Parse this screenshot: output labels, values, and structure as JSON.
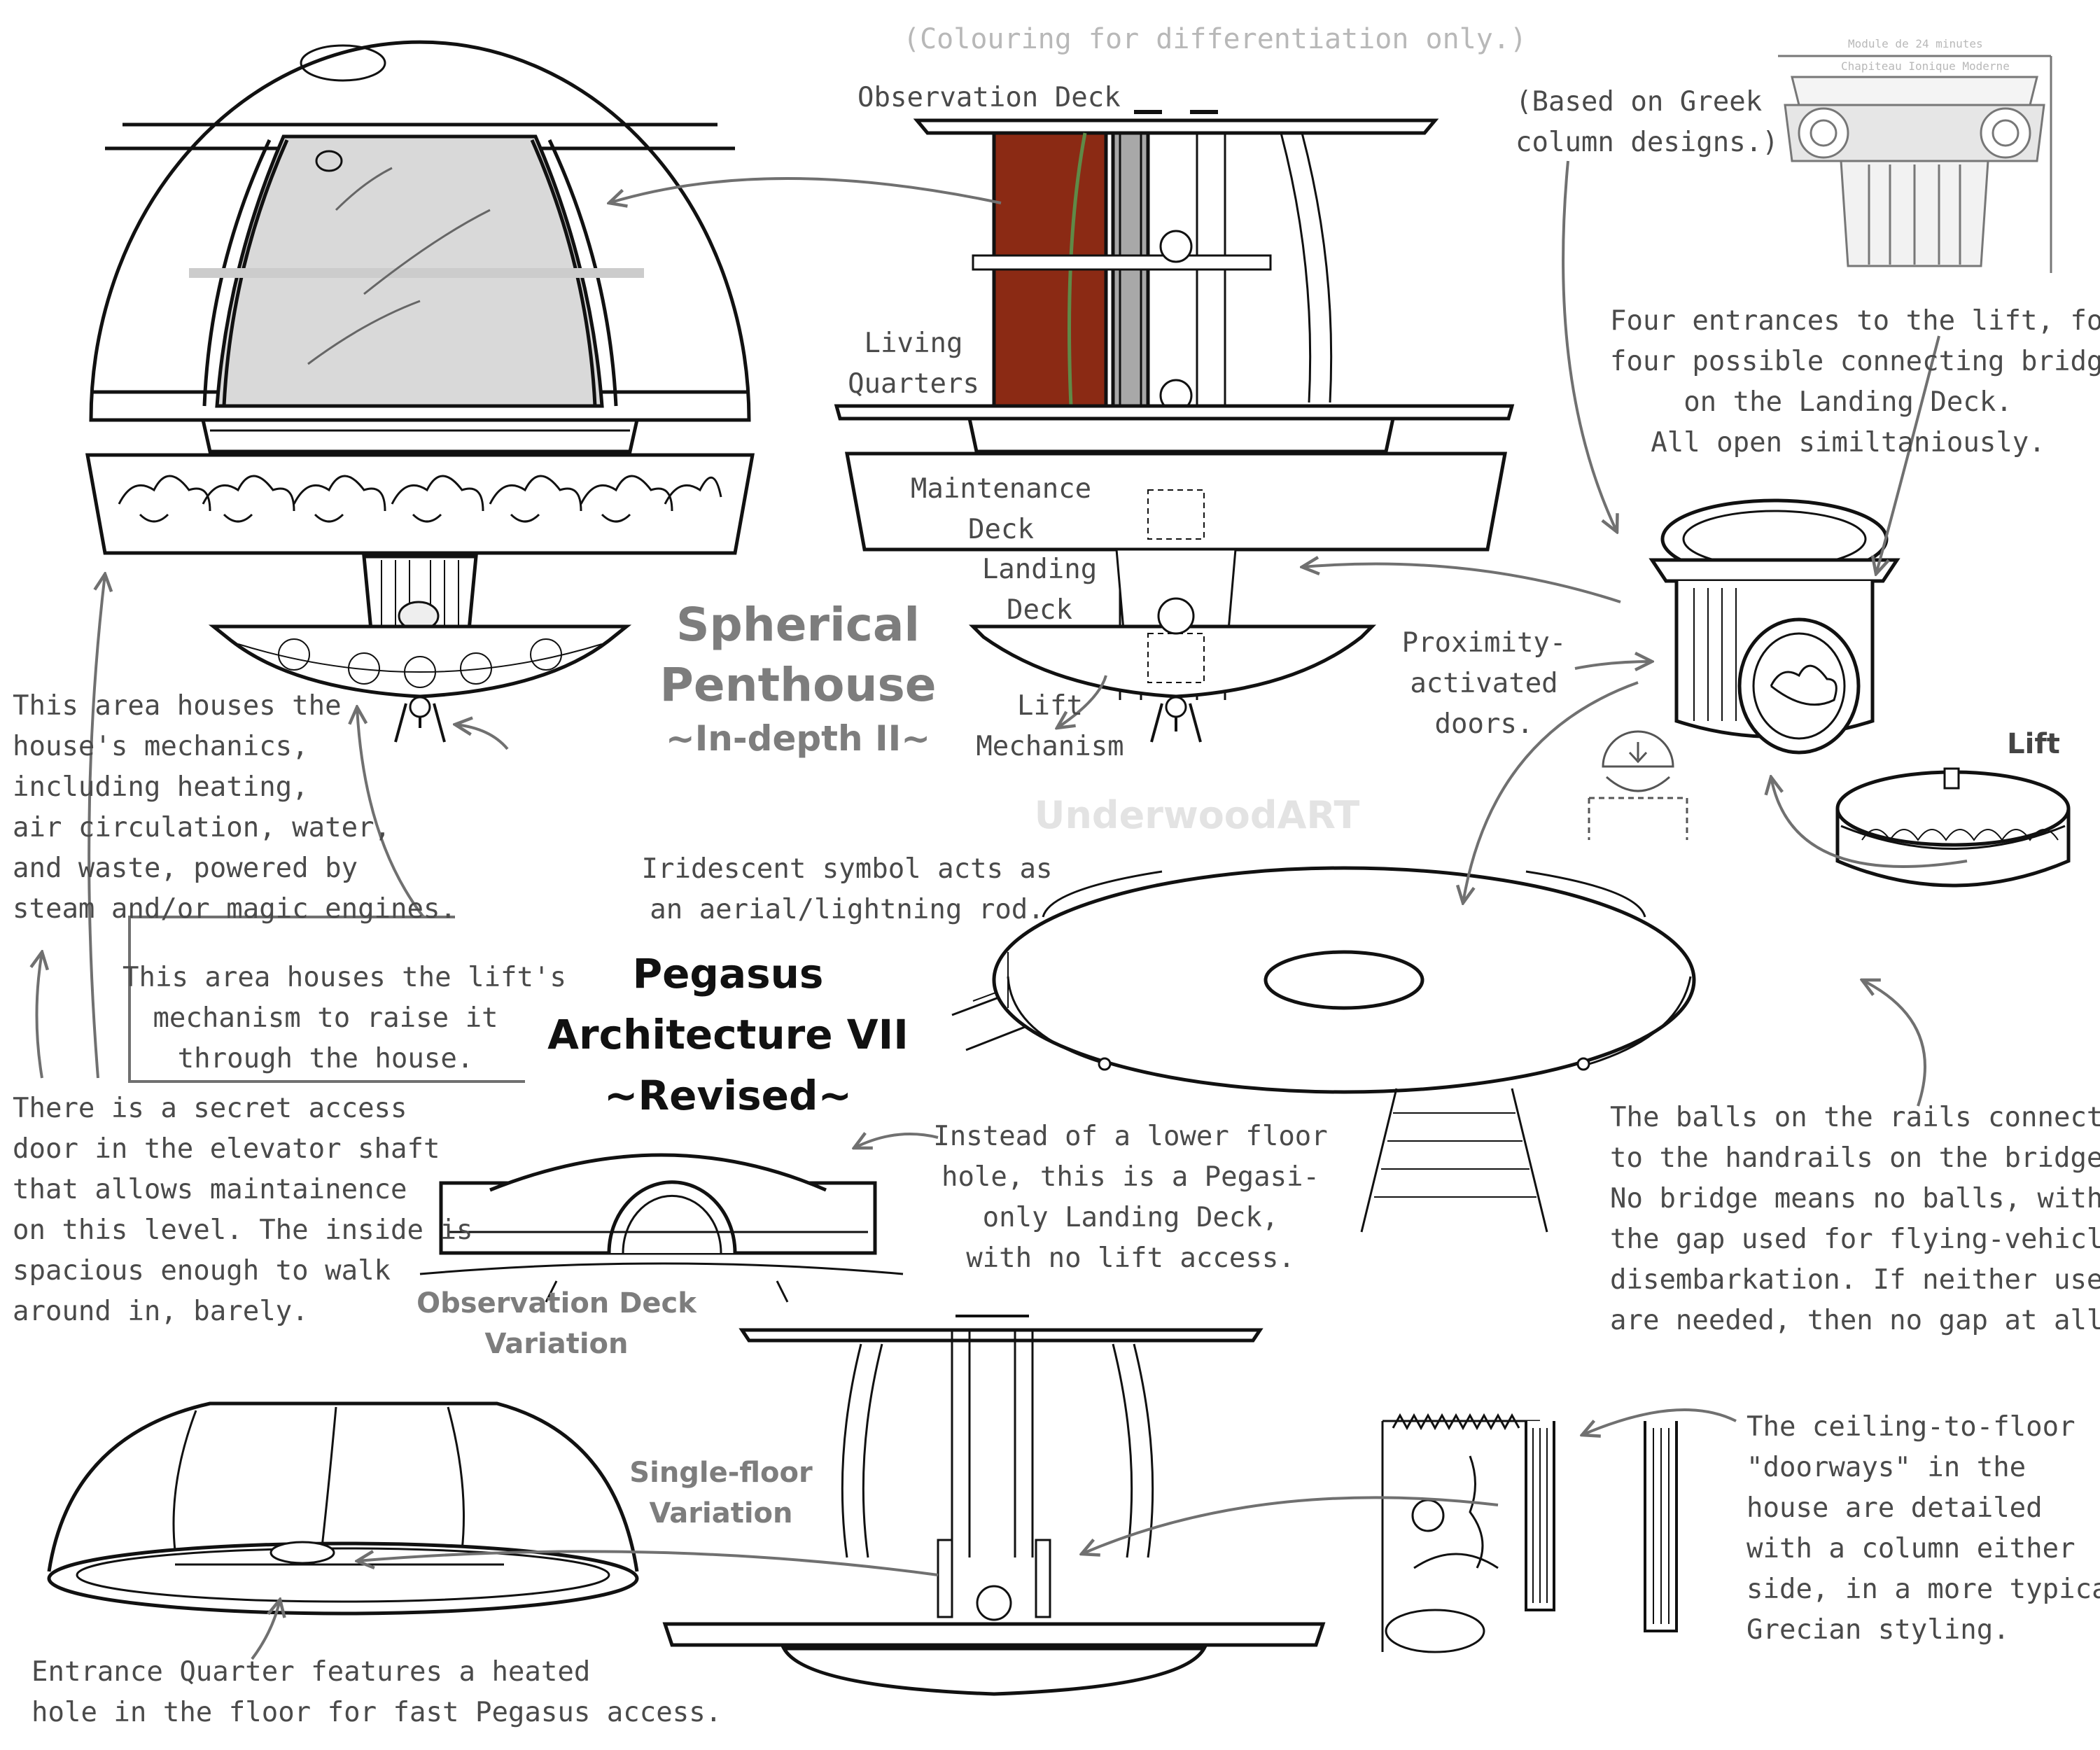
{
  "titles": {
    "main_l1": "Spherical",
    "main_l2": "Penthouse",
    "main_l3": "~In-depth II~",
    "sub_l1": "Pegasus",
    "sub_l2": "Architecture VII",
    "sub_l3": "~Revised~",
    "watermark": "UnderwoodART",
    "colouring_note": "(Colouring for differentiation only.)"
  },
  "deck_labels": {
    "observation_deck": "Observation Deck",
    "living_l1": "Living",
    "living_l2": "Quarters",
    "maintenance_l1": "Maintenance",
    "maintenance_l2": "Deck",
    "landing_l1": "Landing",
    "landing_l2": "Deck",
    "lift_mech_l1": "Lift",
    "lift_mech_l2": "Mechanism",
    "proximity_l1": "Proximity-",
    "proximity_l2": "activated",
    "proximity_l3": "doors.",
    "lift": "Lift",
    "obs_variation_l1": "Observation Deck",
    "obs_variation_l2": "Variation",
    "single_floor_l1": "Single-floor",
    "single_floor_l2": "Variation"
  },
  "notes": {
    "greek": [
      "(Based on Greek",
      "column designs.)"
    ],
    "four_entrances": [
      "Four entrances to the lift, for",
      "four possible connecting bridges",
      "on the Landing Deck.",
      "All open similtaniously."
    ],
    "mechanics": [
      "This area houses the",
      "house's mechanics,",
      "including heating,",
      "air circulation, water,",
      "and waste, powered by",
      "steam and/or magic engines."
    ],
    "iridescent": [
      "Iridescent symbol acts as",
      "an aerial/lightning rod."
    ],
    "lift_mechanism": [
      "This area houses the lift's",
      "mechanism to raise it",
      "through the house."
    ],
    "secret_door": [
      "There is a secret access",
      "door in the elevator shaft",
      "that allows maintainence",
      "on this level. The inside is",
      "spacious enough to walk",
      "around in, barely."
    ],
    "lower_floor": [
      "Instead of a lower floor",
      "hole, this is a Pegasi-",
      "only Landing Deck,",
      "with no lift access."
    ],
    "balls": [
      "The balls on the rails connect",
      "to the handrails on the bridge.",
      "No bridge means no balls, with",
      "the gap used for flying-vehicle",
      "disembarkation. If neither uses",
      "are needed, then no gap at all."
    ],
    "entrance": [
      "Entrance Quarter features a heated",
      "hole in the floor for fast Pegasus access."
    ],
    "doorways": [
      "The ceiling-to-floor",
      "\"doorways\" in the",
      "house are detailed",
      "with a column either",
      "side, in a more typical",
      "Grecian styling."
    ]
  },
  "column_caption": [
    "Module de 24 minutes",
    "Chapiteau Ionique Moderne"
  ],
  "colors": {
    "ink": "#111111",
    "text": "#4a4a4a",
    "arrow": "#707070",
    "living_red": "#8b2a14",
    "glass_gray": "#d9d9d9",
    "shaft_gray": "#a8a8a8",
    "vine_green": "#5f8a47"
  }
}
